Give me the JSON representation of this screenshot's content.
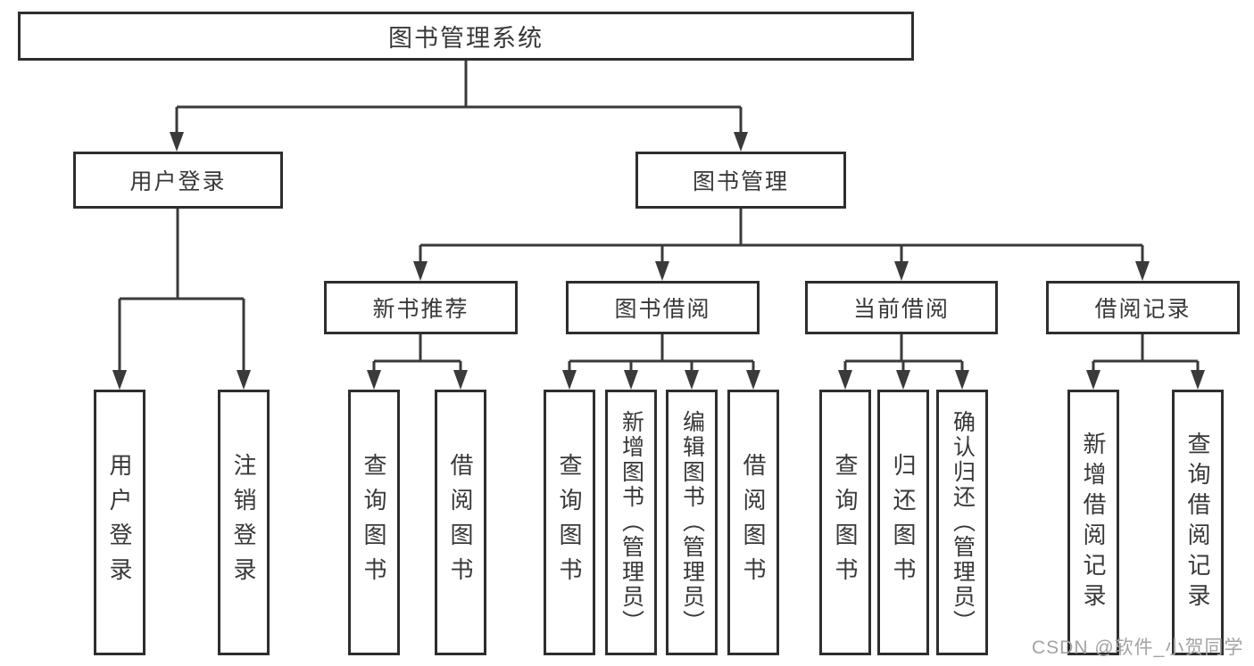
{
  "tree": {
    "root": {
      "label": "图书管理系统",
      "children": [
        {
          "label": "用户登录",
          "children": [
            {
              "label": "用户登录"
            },
            {
              "label": "注销登录"
            }
          ]
        },
        {
          "label": "图书管理",
          "children": [
            {
              "label": "新书推荐",
              "children": [
                {
                  "label": "查询图书"
                },
                {
                  "label": "借阅图书"
                }
              ]
            },
            {
              "label": "图书借阅",
              "children": [
                {
                  "label": "查询图书"
                },
                {
                  "label": "新增图书（管理员）"
                },
                {
                  "label": "编辑图书（管理员）"
                },
                {
                  "label": "借阅图书"
                }
              ]
            },
            {
              "label": "当前借阅",
              "children": [
                {
                  "label": "查询图书"
                },
                {
                  "label": "归还图书"
                },
                {
                  "label": "确认归还（管理员）"
                }
              ]
            },
            {
              "label": "借阅记录",
              "children": [
                {
                  "label": "新增借阅记录"
                },
                {
                  "label": "查询借阅记录"
                }
              ]
            }
          ]
        }
      ]
    }
  },
  "watermark": {
    "text": "CSDN @软件_小贺同学"
  },
  "colors": {
    "line": "#3a3a3a",
    "box_border": "#2e2e2e",
    "text": "#383838",
    "background": "#ffffff",
    "watermark": "#a3a3a3"
  }
}
